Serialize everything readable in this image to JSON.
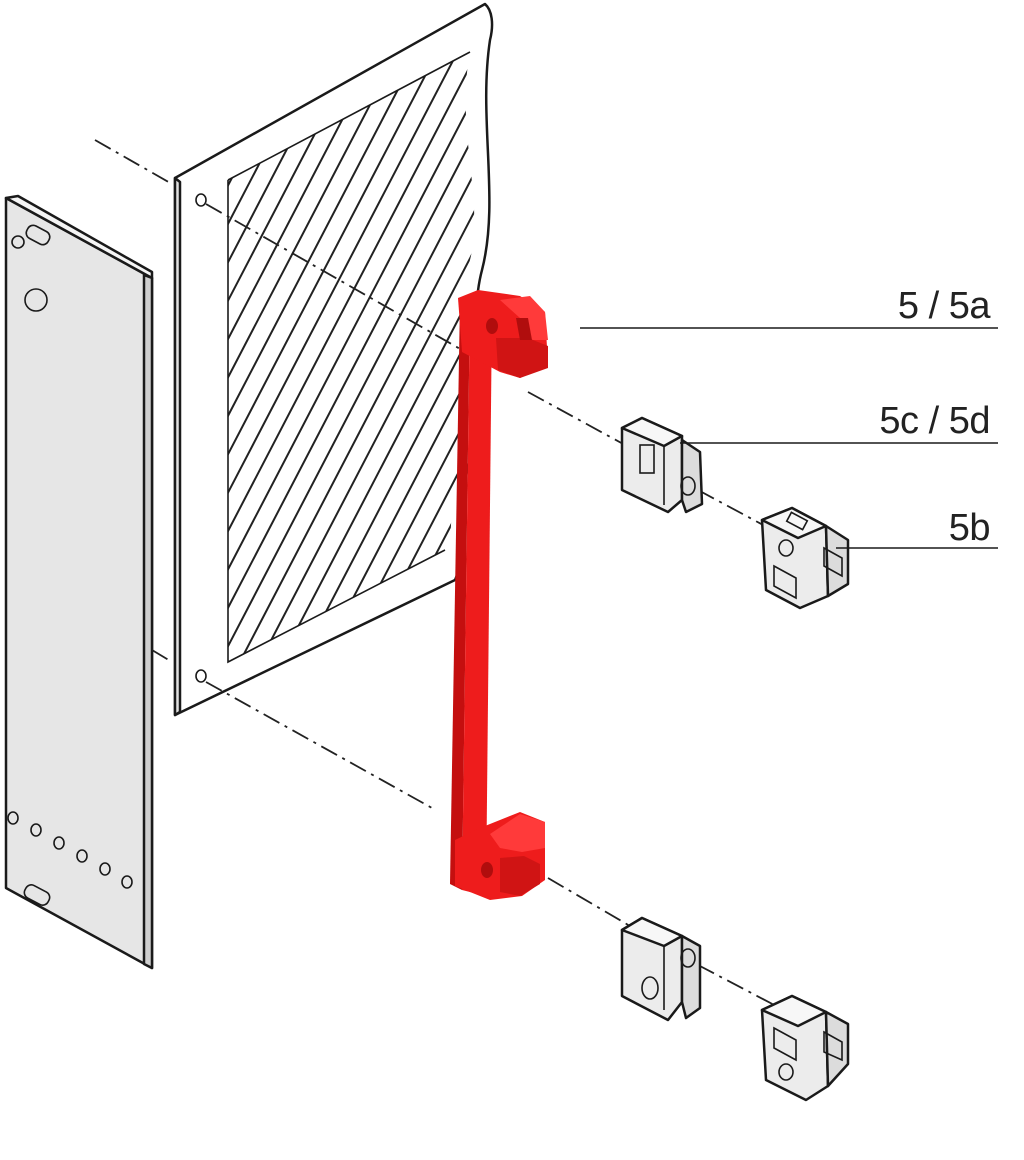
{
  "callouts": {
    "strip": "5 / 5a",
    "insert": "5c / 5d",
    "clip": "5b"
  },
  "colors": {
    "highlight": "#ee1c1c",
    "part_fill": "#ececec",
    "panel_fill": "#e6e6e6",
    "outline": "#1a1a1a"
  }
}
